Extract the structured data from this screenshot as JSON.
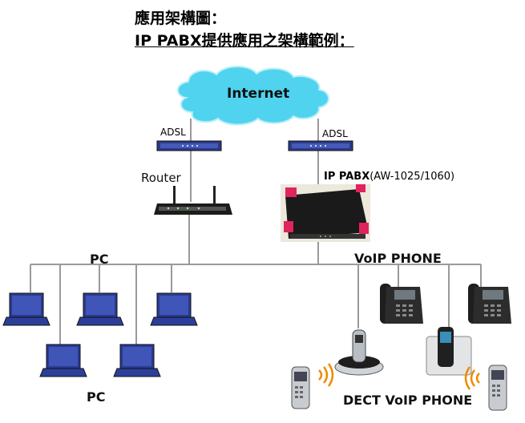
{
  "title": {
    "line1": "應用架構圖：",
    "line2": "IP PABX提供應用之架構範例："
  },
  "nodes": {
    "internet": "Internet",
    "adsl_left": "ADSL",
    "adsl_right": "ADSL",
    "router": "Router",
    "pabx": "IP PABX",
    "pabx_model": "(AW-1025/1060)",
    "pc_top": "PC",
    "pc_bottom": "PC",
    "voip_phone": "VoIP PHONE",
    "dect_voip_phone": "DECT VoIP PHONE"
  },
  "colors": {
    "cloud": "#4fd3ef",
    "line": "#9a9a9a",
    "laptop": "#2a3b8f",
    "pabx": "#1a1a1a",
    "pabx_corner": "#e0245e",
    "wave": "#f08a00"
  }
}
